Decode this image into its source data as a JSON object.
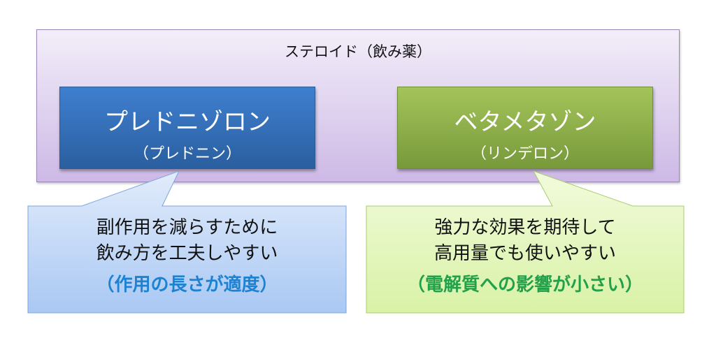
{
  "title": "ステロイド（飲み薬）",
  "drugs": [
    {
      "name": "プレドニゾロン",
      "alt": "（プレドニン）",
      "color": "#3a74c2"
    },
    {
      "name": "ベタメタゾン",
      "alt": "（リンデロン）",
      "color": "#93b44e"
    }
  ],
  "callouts": [
    {
      "line1": "副作用を減らすために",
      "line2": "飲み方を工夫しやすい",
      "note": "（作用の長さが適度）",
      "note_color": "#1e82d2"
    },
    {
      "line1": "強力な効果を期待して",
      "line2": "高用量でも使いやすい",
      "note": "（電解質への影響が小さい）",
      "note_color": "#22a04a"
    }
  ]
}
